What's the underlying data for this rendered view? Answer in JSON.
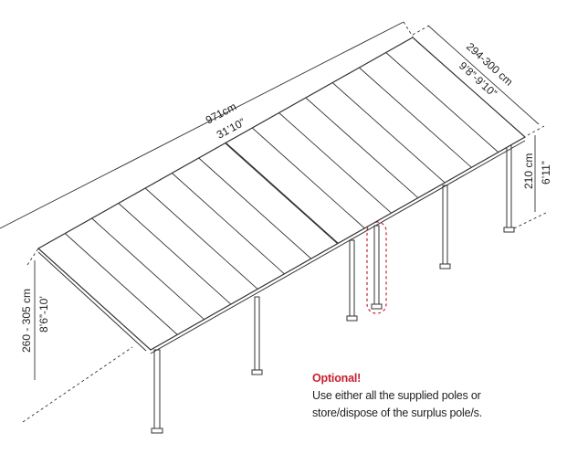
{
  "dimensions": {
    "length_cm": "971cm",
    "length_ft": "31’10”",
    "depth_cm": "294-300 cm",
    "depth_ft": "9’8”-9’10”",
    "front_height_cm": "210 cm",
    "front_height_ft": "6’11”",
    "back_height_cm": "260 - 305 cm",
    "back_height_ft": "8’6”-10’"
  },
  "note": {
    "title": "Optional!",
    "line1": "Use either all the supplied poles or",
    "line2": "store/dispose of the surplus pole/s."
  },
  "colors": {
    "line": "#333333",
    "accent": "#c8202f"
  },
  "panel_count": 14
}
